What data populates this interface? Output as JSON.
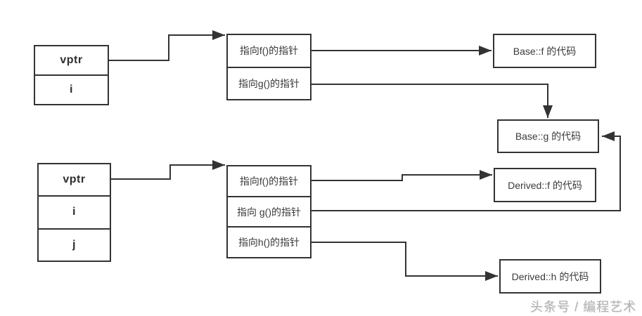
{
  "diagram": {
    "base_object": {
      "rows": [
        "vptr",
        "i"
      ]
    },
    "base_vtable": {
      "rows": [
        "指向f()的指针",
        "指向g()的指针"
      ]
    },
    "derived_object": {
      "rows": [
        "vptr",
        "i",
        "j"
      ]
    },
    "derived_vtable": {
      "rows": [
        "指向f()的指针",
        "指向 g()的指针",
        "指向h()的指针"
      ]
    },
    "code_boxes": {
      "base_f": "Base::f 的代码",
      "base_g": "Base::g 的代码",
      "derived_f": "Derived::f 的代码",
      "derived_h": "Derived::h 的代码"
    },
    "watermark": "头条号 / 编程艺术",
    "colors": {
      "line": "#333333",
      "box_border": "#333333",
      "box_fill": "#ffffff",
      "text": "#3a3a3a",
      "watermark": "#b3b3b3",
      "background": "#ffffff"
    }
  }
}
